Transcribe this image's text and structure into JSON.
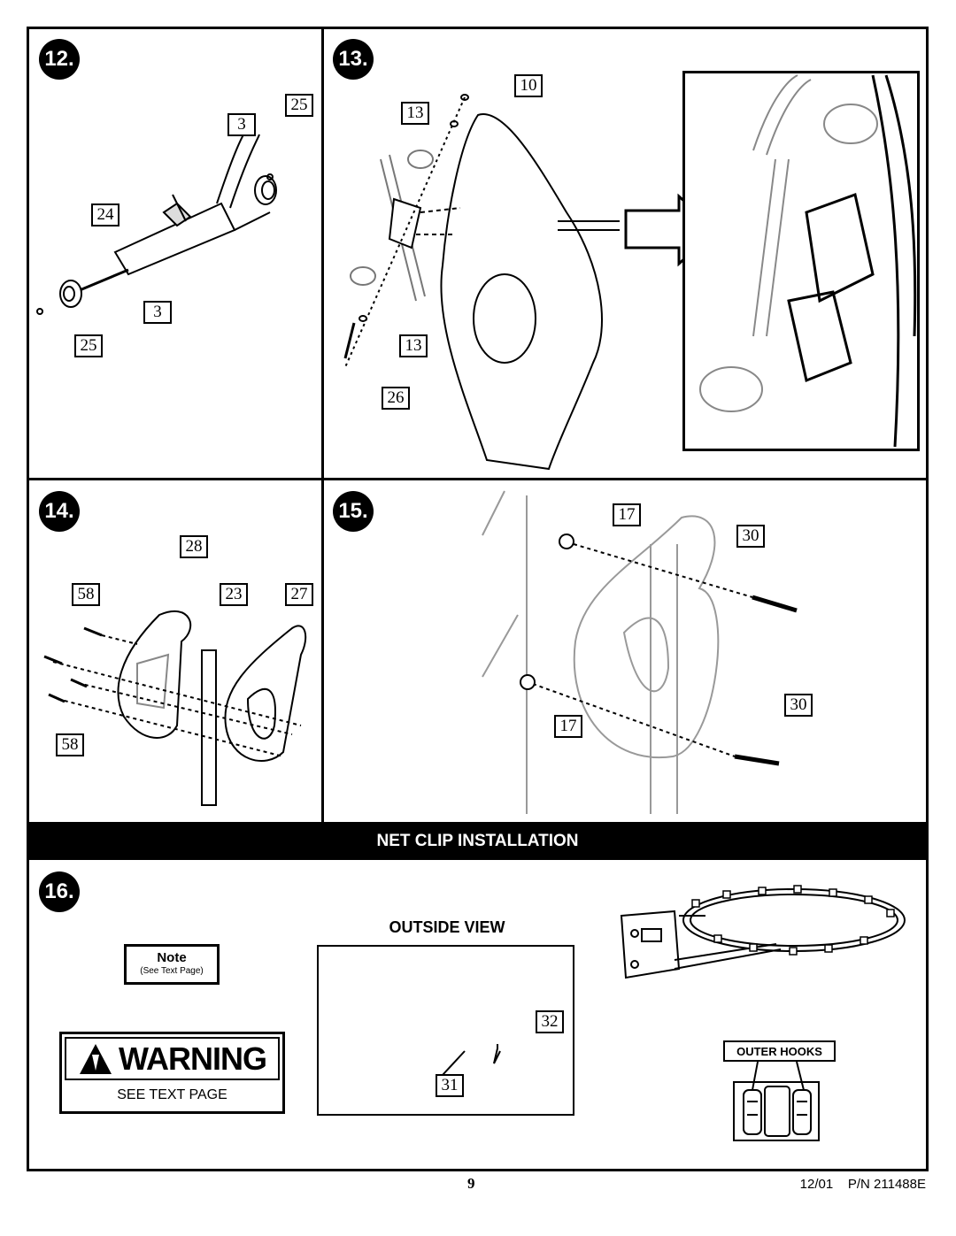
{
  "steps": {
    "s12": "12.",
    "s13": "13.",
    "s14": "14.",
    "s15": "15.",
    "s16": "16."
  },
  "panel12": {
    "c25a": "25",
    "c3a": "3",
    "c24": "24",
    "c3b": "3",
    "c25b": "25"
  },
  "panel13": {
    "c10": "10",
    "c13a": "13",
    "c13b": "13",
    "c26": "26"
  },
  "panel14": {
    "c28": "28",
    "c58a": "58",
    "c23": "23",
    "c27": "27",
    "c58b": "58"
  },
  "panel15": {
    "c17a": "17",
    "c30a": "30",
    "c30b": "30",
    "c17b": "17"
  },
  "banner": {
    "title": "NET CLIP INSTALLATION"
  },
  "panel16": {
    "note_title": "Note",
    "note_sub": "(See Text Page)",
    "warning_title": "WARNING",
    "warning_sub": "SEE TEXT PAGE",
    "outside_view": "OUTSIDE VIEW",
    "c32": "32",
    "c31": "31",
    "outer_hooks": "OUTER HOOKS"
  },
  "footer": {
    "page": "9",
    "code": "12/01    P/N 211488E"
  }
}
